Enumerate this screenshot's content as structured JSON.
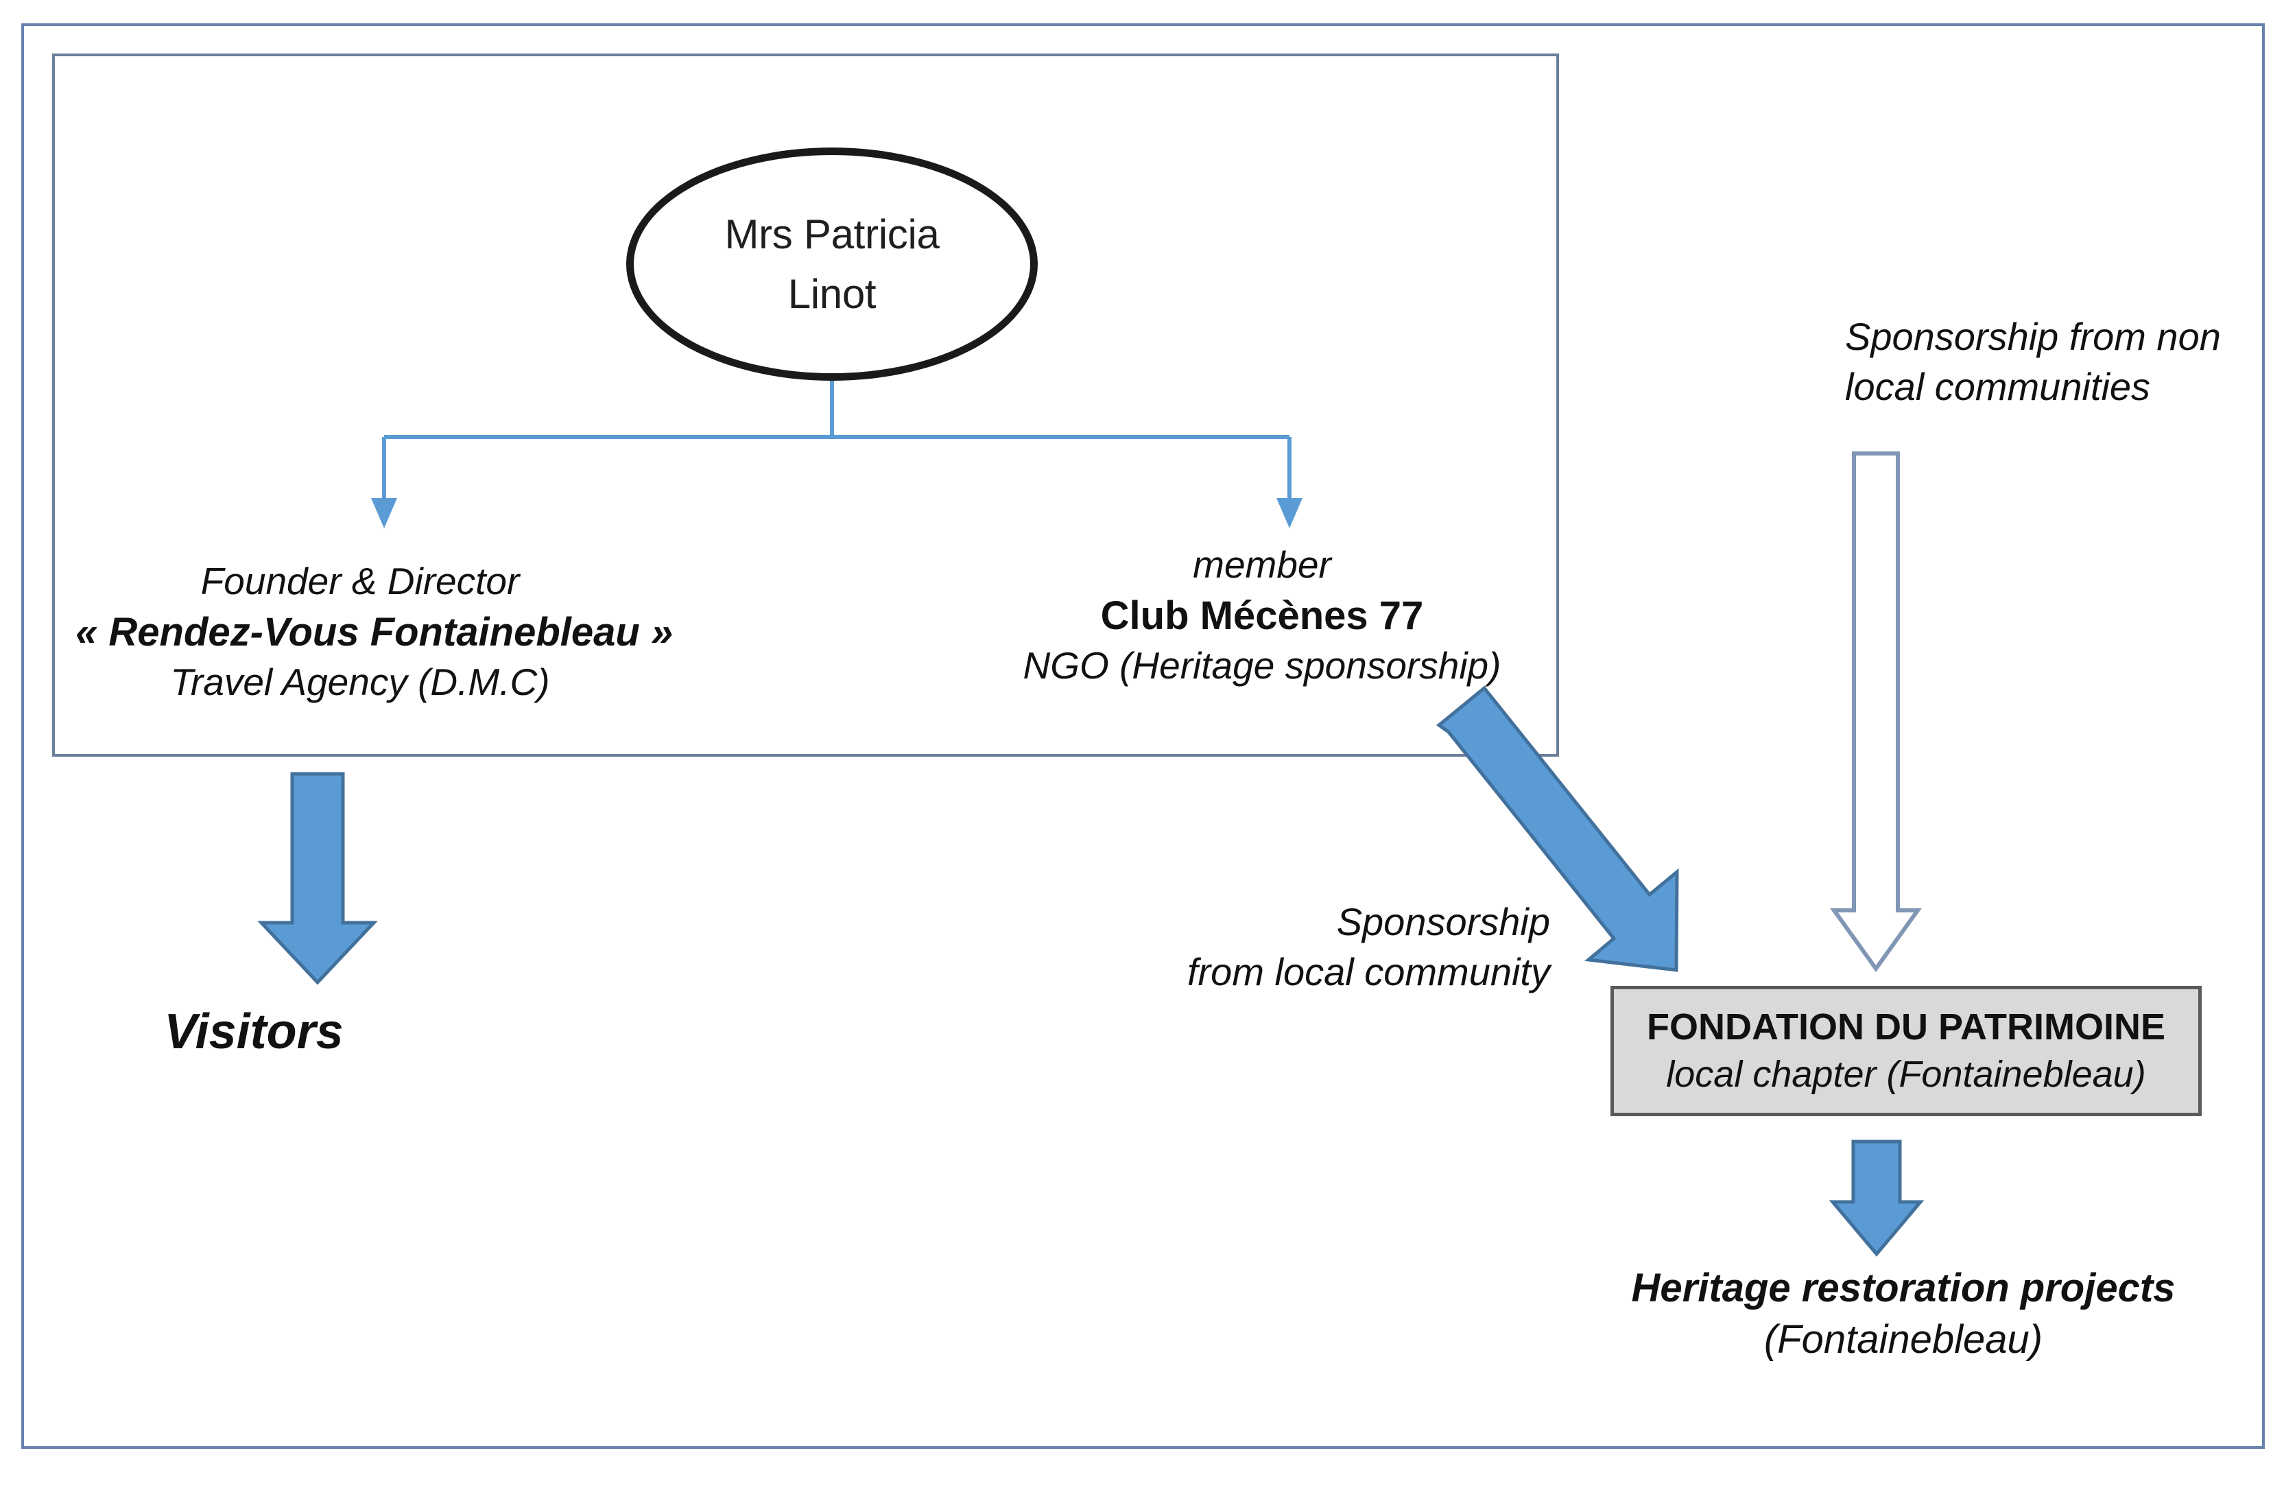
{
  "diagram": {
    "person": {
      "name_line1": "Mrs Patricia",
      "name_line2": "Linot"
    },
    "roles": {
      "left": {
        "line1": "Founder & Director",
        "line2": "« Rendez-Vous Fontainebleau »",
        "line3": "Travel Agency (D.M.C)"
      },
      "middle": {
        "line1": "member",
        "line2": "Club Mécènes 77",
        "line3": "NGO (Heritage sponsorship)"
      }
    },
    "labels": {
      "sponsorship_nonlocal_line1": "Sponsorship from non",
      "sponsorship_nonlocal_line2": "local communities",
      "sponsorship_local_line1": "Sponsorship",
      "sponsorship_local_line2": "from local community",
      "visitors": "Visitors"
    },
    "foundation": {
      "title": "FONDATION DU PATRIMOINE",
      "subtitle": "local chapter (Fontainebleau)"
    },
    "outcome": {
      "line1": "Heritage restoration projects",
      "line2": "(Fontainebleau)"
    },
    "colors": {
      "arrow_blue_fill": "#5b9bd5",
      "arrow_blue_stroke": "#41719c",
      "connector_blue": "#5b9bd5",
      "frame_blue": "#6782ad",
      "inner_frame_blue": "#6b7f9c",
      "hollow_arrow_stroke": "#8096b4",
      "box_fill": "#d9d9d9",
      "box_border": "#5a5a5a",
      "ellipse_stroke": "#1a1a1a",
      "text": "#111111"
    }
  }
}
